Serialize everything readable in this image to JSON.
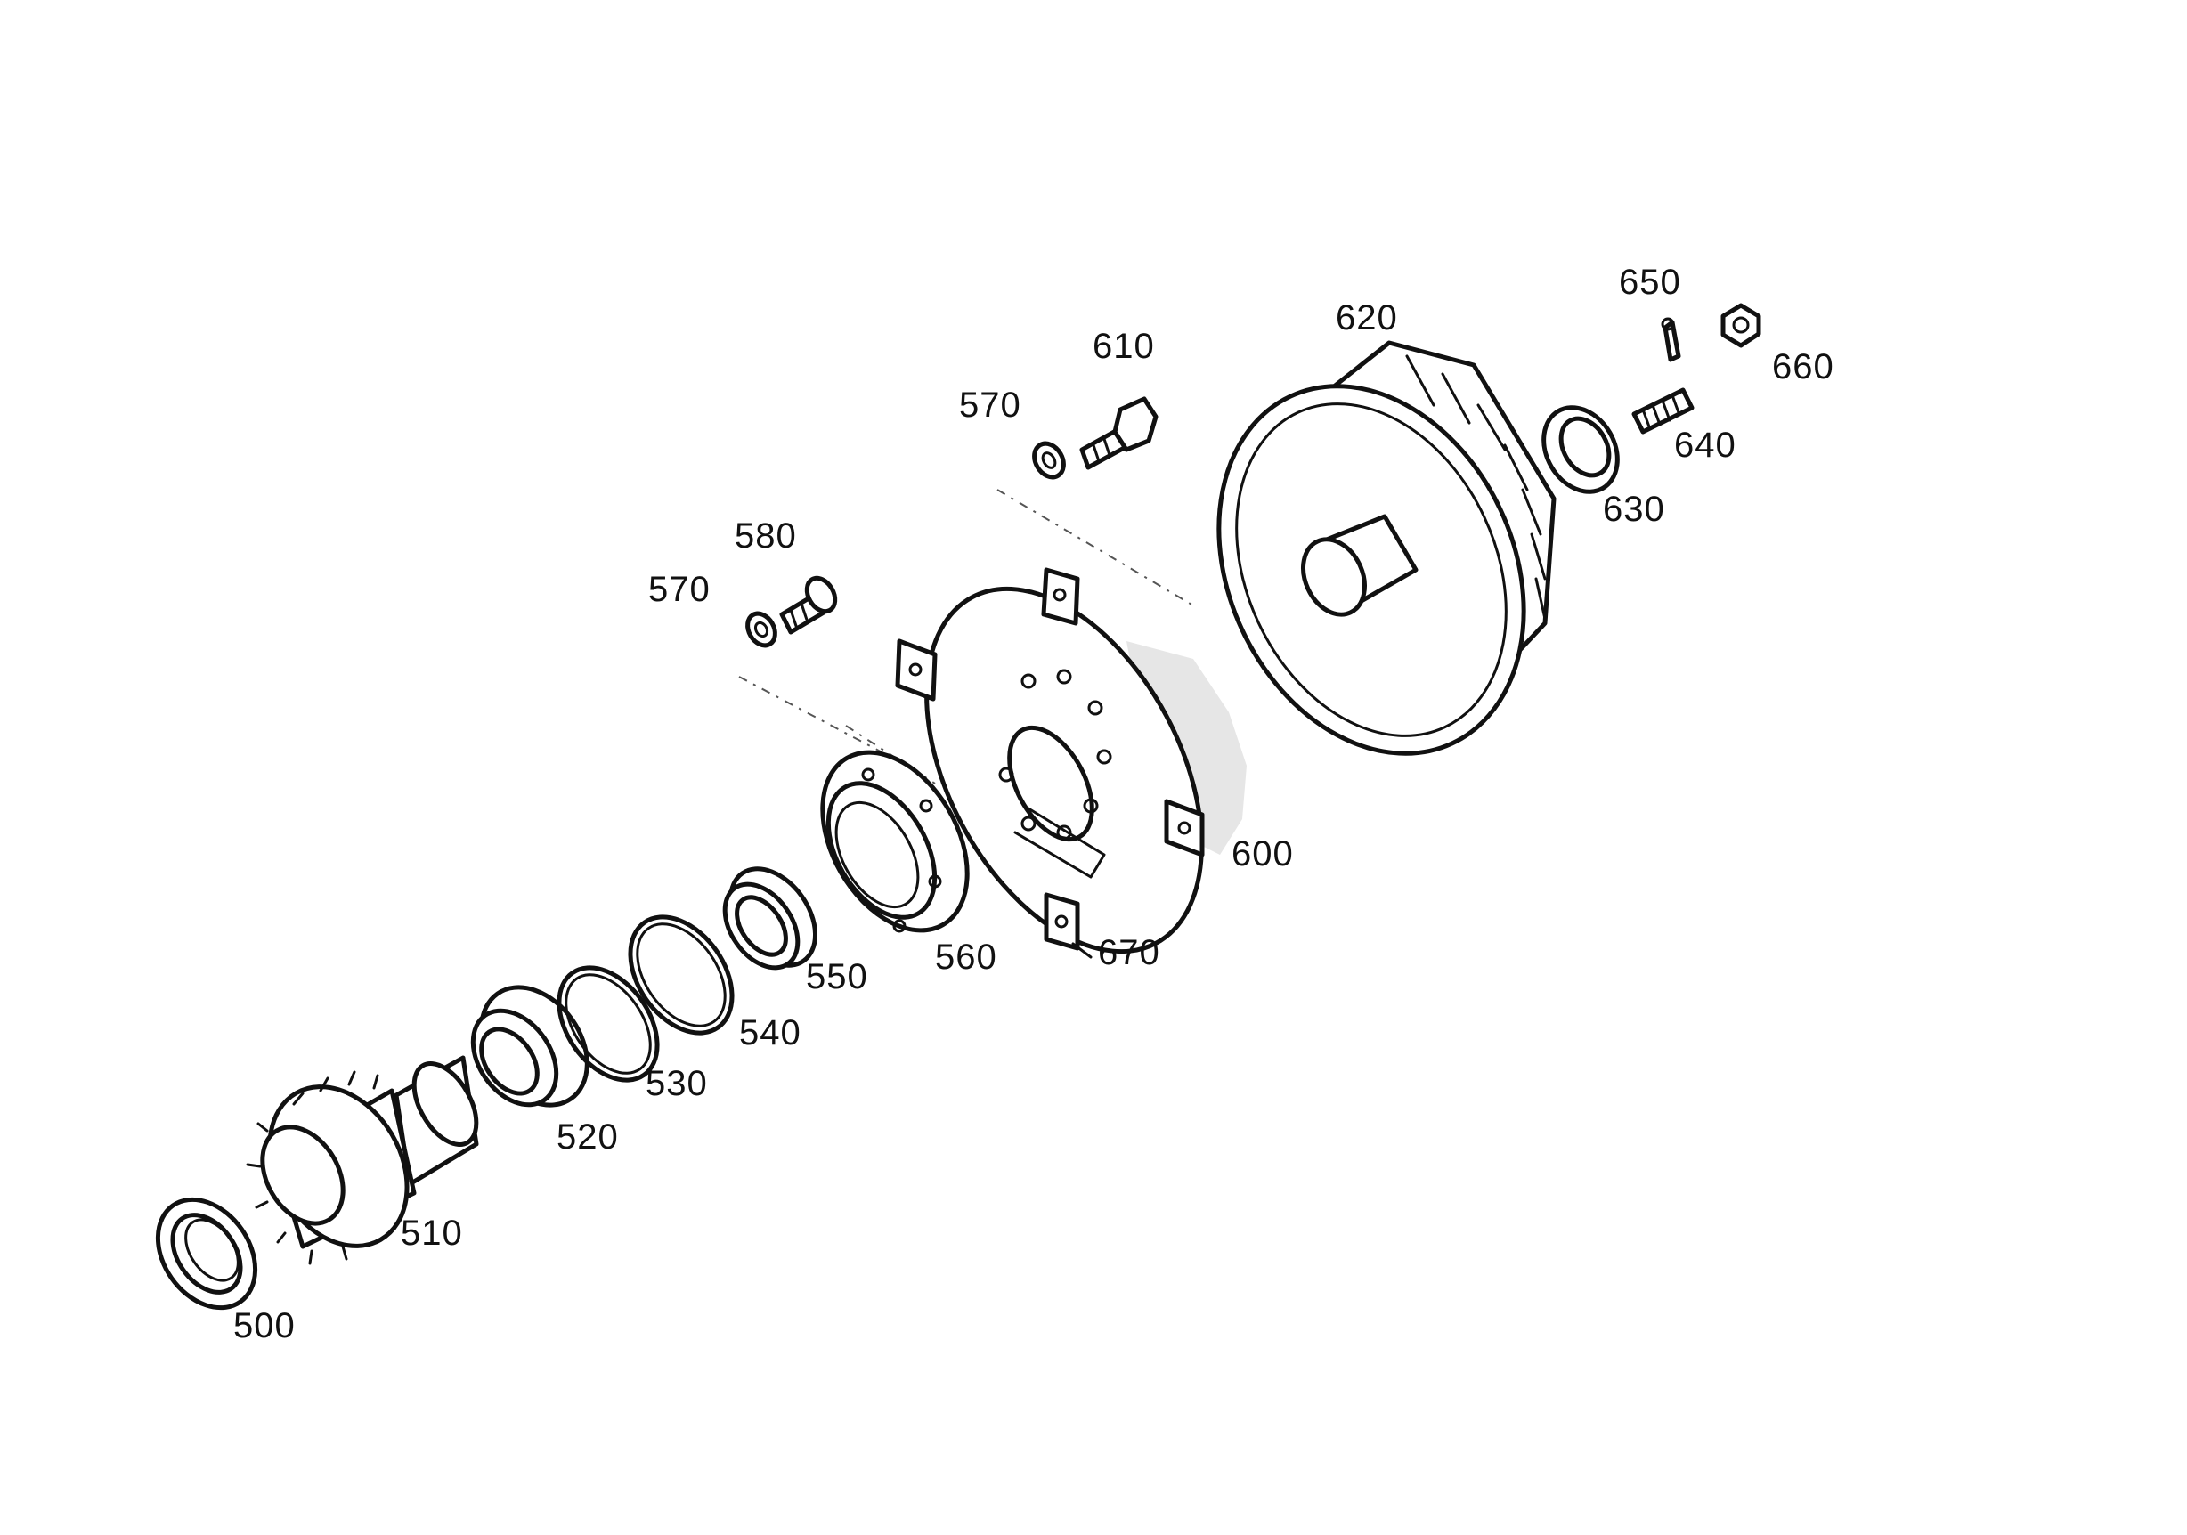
{
  "diagram": {
    "labels": {
      "p500": "500",
      "p510": "510",
      "p520": "520",
      "p530": "530",
      "p540": "540",
      "p550": "550",
      "p560": "560",
      "p570a": "570",
      "p570b": "570",
      "p580": "580",
      "p600": "600",
      "p610": "610",
      "p620": "620",
      "p630": "630",
      "p640": "640",
      "p650": "650",
      "p660": "660",
      "p670": "670"
    }
  }
}
